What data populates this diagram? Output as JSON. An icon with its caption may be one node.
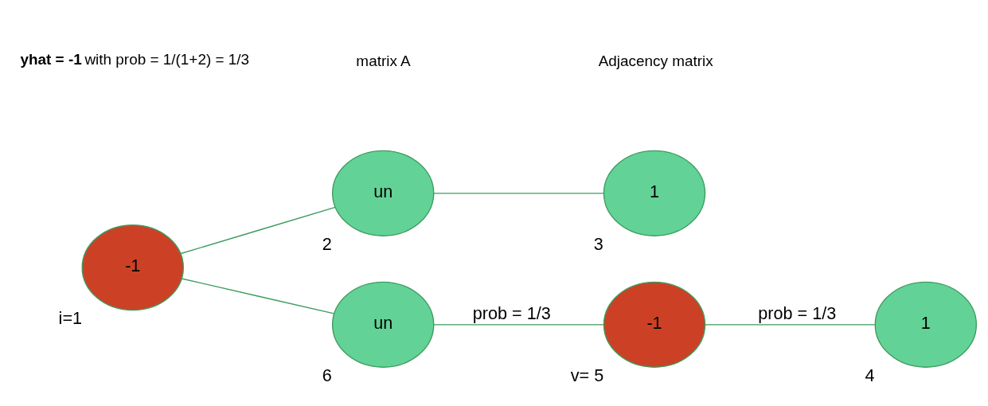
{
  "diagram": {
    "nodes": [
      {
        "text": [
          "-1"
        ],
        "beside": [
          "i=1"
        ]
      },
      {
        "text": [
          "un"
        ],
        "beside": [
          "2"
        ]
      },
      {
        "text": [
          "1"
        ],
        "beside": [
          "3"
        ]
      },
      {
        "text": [
          "1"
        ],
        "beside": [
          "4"
        ]
      },
      {
        "text": [
          "-1"
        ],
        "beside": [
          "v= 5"
        ]
      },
      {
        "text": [
          "un"
        ],
        "beside": [
          "6"
        ]
      }
    ],
    "edges": [
      {
        "from": 0,
        "to": 1,
        "arrow": "none"
      },
      {
        "from": 1,
        "to": 2,
        "arrow": "none"
      },
      {
        "from": 0,
        "to": 5,
        "arrow": "none"
      },
      {
        "from": 5,
        "to": 4,
        "arrow": "none",
        "label": "prob = 1/3"
      },
      {
        "from": 4,
        "to": 3,
        "arrow": "none",
        "label": "prob = 1/3"
      }
    ],
    "labels": [
      "**yhat = -1** with prob = 1/(1+2) = 1/3",
      "matrix A",
      "Adjacency matrix"
    ]
  }
}
